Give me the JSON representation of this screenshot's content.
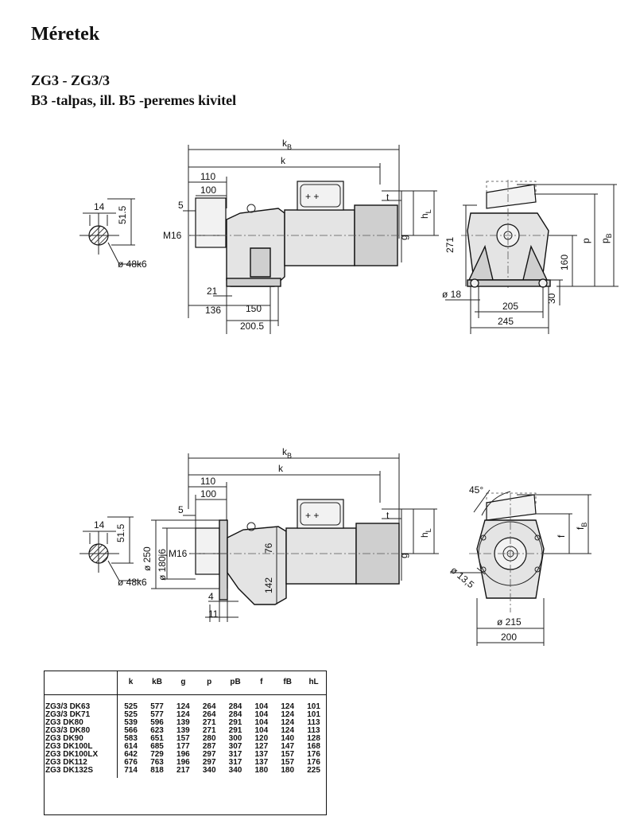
{
  "page": {
    "title": "Méretek",
    "subtitle_model": "ZG3 - ZG3/3",
    "subtitle_variant": "B3 -talpas,  ill. B5 -peremes  kivitel"
  },
  "drawing_b3": {
    "kB": "k",
    "kB_sub": "B",
    "k": "k",
    "d110": "110",
    "d100": "100",
    "d5": "5",
    "m16": "M16",
    "d21": "21",
    "d136": "136",
    "d150": "150",
    "d200_5": "200.5",
    "d14": "14",
    "d51_5": "51.5",
    "d48k6": "ø 48k6",
    "hL": "h",
    "hL_sub": "L",
    "g": "g",
    "t": "t",
    "d271": "271",
    "d160": "160",
    "p": "p",
    "pB": "p",
    "pB_sub": "B",
    "d18": "ø 18",
    "d30": "30",
    "d205": "205",
    "d245": "245"
  },
  "drawing_b5": {
    "kB": "k",
    "kB_sub": "B",
    "k": "k",
    "d110": "110",
    "d100": "100",
    "d5": "5",
    "m16": "M16",
    "d14": "14",
    "d51_5": "51.5",
    "d48k6": "ø 48k6",
    "d250": "ø 250",
    "d180j6": "ø 180j6",
    "d76": "76",
    "d142": "142",
    "d4": "4",
    "d11": "11",
    "hL": "h",
    "hL_sub": "L",
    "g": "g",
    "t": "t",
    "d45": "45°",
    "f": "f",
    "fB": "f",
    "fB_sub": "B",
    "d13_5": "ø 13,5",
    "d215": "ø 215",
    "d200": "200"
  },
  "table": {
    "headers": [
      "",
      "k",
      "kB",
      "g",
      "p",
      "pB",
      "f",
      "fB",
      "hL"
    ],
    "rows": [
      {
        "model": "ZG3/3  DK63",
        "values": [
          "525",
          "577",
          "124",
          "264",
          "284",
          "104",
          "124",
          "101"
        ]
      },
      {
        "model": "ZG3/3  DK71",
        "values": [
          "525",
          "577",
          "124",
          "264",
          "284",
          "104",
          "124",
          "101"
        ]
      },
      {
        "model": "ZG3     DK80",
        "values": [
          "539",
          "596",
          "139",
          "271",
          "291",
          "104",
          "124",
          "113"
        ]
      },
      {
        "model": "ZG3/3  DK80",
        "values": [
          "566",
          "623",
          "139",
          "271",
          "291",
          "104",
          "124",
          "113"
        ]
      },
      {
        "model": "ZG3     DK90",
        "values": [
          "583",
          "651",
          "157",
          "280",
          "300",
          "120",
          "140",
          "128"
        ]
      },
      {
        "model": "ZG3     DK100L",
        "values": [
          "614",
          "685",
          "177",
          "287",
          "307",
          "127",
          "147",
          "168"
        ]
      },
      {
        "model": "ZG3     DK100LX",
        "values": [
          "642",
          "729",
          "196",
          "297",
          "317",
          "137",
          "157",
          "176"
        ]
      },
      {
        "model": "ZG3     DK112",
        "values": [
          "676",
          "763",
          "196",
          "297",
          "317",
          "137",
          "157",
          "176"
        ]
      },
      {
        "model": "ZG3     DK132S",
        "values": [
          "714",
          "818",
          "217",
          "340",
          "340",
          "180",
          "180",
          "225"
        ]
      }
    ]
  }
}
